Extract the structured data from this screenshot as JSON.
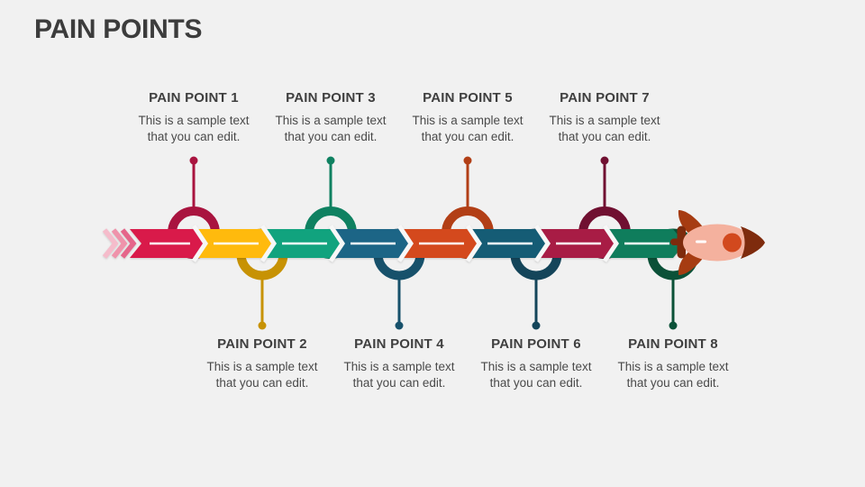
{
  "slide": {
    "title": "PAIN POINTS",
    "background_color": "#F1F1F1",
    "title_color": "#3C3C3C"
  },
  "diagram": {
    "points": [
      {
        "label": "PAIN POINT 1",
        "description": "This is a sample text that you can edit.",
        "position": "top",
        "segment_color": "#D91A4A",
        "ring_color": "#A9143F"
      },
      {
        "label": "PAIN POINT 2",
        "description": "This is a sample text that you can edit.",
        "position": "bottom",
        "segment_color": "#FFBA0D",
        "ring_color": "#C79204"
      },
      {
        "label": "PAIN POINT 3",
        "description": "This is a sample text that you can edit.",
        "position": "top",
        "segment_color": "#11A37E",
        "ring_color": "#0F8161"
      },
      {
        "label": "PAIN POINT 4",
        "description": "This is a sample text that you can edit.",
        "position": "bottom",
        "segment_color": "#1C6586",
        "ring_color": "#17516B"
      },
      {
        "label": "PAIN POINT 5",
        "description": "This is a sample text that you can edit.",
        "position": "top",
        "segment_color": "#D4491D",
        "ring_color": "#B23F16"
      },
      {
        "label": "PAIN POINT 6",
        "description": "This is a sample text that you can edit.",
        "position": "bottom",
        "segment_color": "#155C75",
        "ring_color": "#14455A"
      },
      {
        "label": "PAIN POINT 7",
        "description": "This is a sample text that you can edit.",
        "position": "top",
        "segment_color": "#A81C45",
        "ring_color": "#701031"
      },
      {
        "label": "PAIN POINT 8",
        "description": "This is a sample text that you can edit.",
        "position": "bottom",
        "segment_color": "#0F7D5C",
        "ring_color": "#0B5138"
      }
    ],
    "tail_chevron_colors": [
      "#F5BCCB",
      "#EF93AB",
      "#E5658A"
    ],
    "separator_color": "#F7F7F7",
    "midline_color": "#FFFFFF",
    "rocket": {
      "body_color": "#F4B19E",
      "fin_color": "#A63C12",
      "nose_color": "#7E2B0D",
      "window_color": "#D2491E",
      "tail_color": "#7E2B0D"
    }
  }
}
